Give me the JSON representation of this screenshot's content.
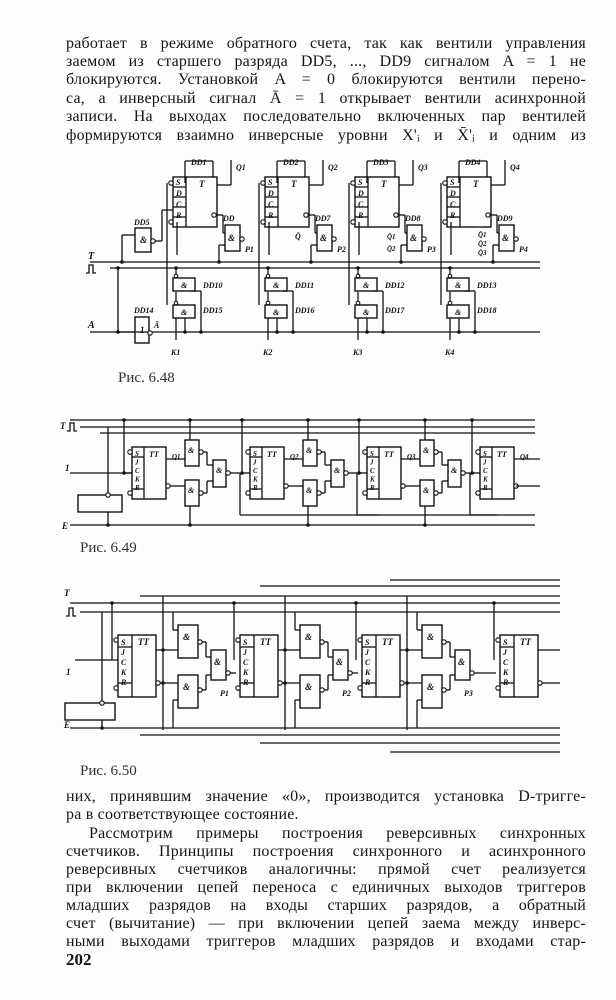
{
  "top_text": [
    "работает в режиме обратного счета, так как вентили управления",
    "заемом из старшего разряда DD5, ..., DD9 сигналом A = 1 не",
    "блокируются. Установкой A = 0 блокируются вентили перено-",
    "са, а инверсный сигнал Ā = 1 открывает вентили асинхронной",
    "записи. На выходах последовательно включенных пар вентилей",
    "формируются взаимно инверсные уровни X'ᵢ и X̄'ᵢ и одним из"
  ],
  "fig648": {
    "caption": "Рис. 6.48",
    "ff_labels": [
      "DD1",
      "DD2",
      "DD3",
      "DD4"
    ],
    "q_labels": [
      "Q1",
      "Q2",
      "Q3",
      "Q4"
    ],
    "pins": [
      "S",
      "D",
      "C",
      "R"
    ],
    "ff_type": "T",
    "and_symbol": "&",
    "carry_gates": [
      "DD",
      "DD7",
      "DD8",
      "DD9"
    ],
    "p_labels": [
      "P1",
      "P2",
      "P3",
      "P4"
    ],
    "upper_gates": [
      "DD10",
      "DD11",
      "DD12",
      "DD13"
    ],
    "lower_gates": [
      "DD15",
      "DD16",
      "DD17",
      "DD18"
    ],
    "k_labels": [
      "K1",
      "K2",
      "K3",
      "K4"
    ],
    "dd5": "DD5",
    "dd14": "DD14",
    "dd14_symbol": "1",
    "t_label": "T",
    "a_label": "A",
    "a_bar": "Ā",
    "q_bar": "Q̄",
    "dd8_inputs": [
      "Q̄1",
      "Q̄2"
    ],
    "dd9_inputs": [
      "Q̄1",
      "Q̄2",
      "Q̄3"
    ]
  },
  "fig649": {
    "caption": "Рис. 6.49",
    "ff_type": "TT",
    "pins": [
      "S",
      "J",
      "C",
      "K",
      "R"
    ],
    "q_labels": [
      "Q1",
      "Q2",
      "Q3",
      "Q4"
    ],
    "t_label": "T",
    "one_label": "1",
    "e_label": "E",
    "and_symbol": "&"
  },
  "fig650": {
    "caption": "Рис. 6.50",
    "ff_type": "TT",
    "pins": [
      "S",
      "J",
      "C",
      "K",
      "R"
    ],
    "p_labels": [
      "P1",
      "P2",
      "P3"
    ],
    "t_label": "T",
    "one_label": "1",
    "e_label": "E",
    "and_symbol": "&"
  },
  "bottom_text": [
    "них, принявшим значение «0», производится установка D-тригге-",
    "ра в соответствующее состояние.",
    "Рассмотрим примеры построения реверсивных синхронных",
    "счетчиков. Принципы построения синхронного и асинхронного",
    "реверсивных счетчиков аналогичны: прямой счет реализуется",
    "при включении цепей переноса с единичных выходов триггеров",
    "младших разрядов на входы старших разрядов, а обратный",
    "счет (вычитание) — при включении цепей заема между инверс-",
    "ными выходами триггеров младших разрядов и входами стар-"
  ],
  "page_number": "202"
}
